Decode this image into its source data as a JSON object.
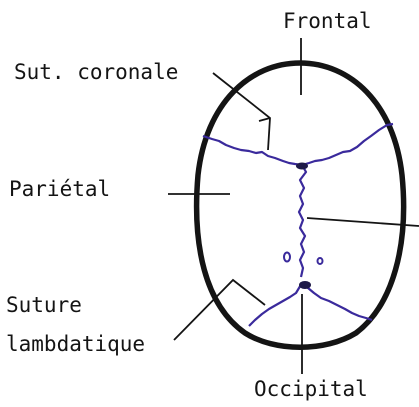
{
  "labels": {
    "frontal": "Frontal",
    "sut_coronale": "Sut. coronale",
    "parietal": "Pariétal",
    "suture_lambdatique_line1": "Suture",
    "suture_lambdatique_line2": "lambdatique",
    "occipital": "Occipital"
  },
  "colors": {
    "outline": "#141414",
    "suture": "#3a2a9c",
    "text": "#141414",
    "background": "#ffffff"
  }
}
